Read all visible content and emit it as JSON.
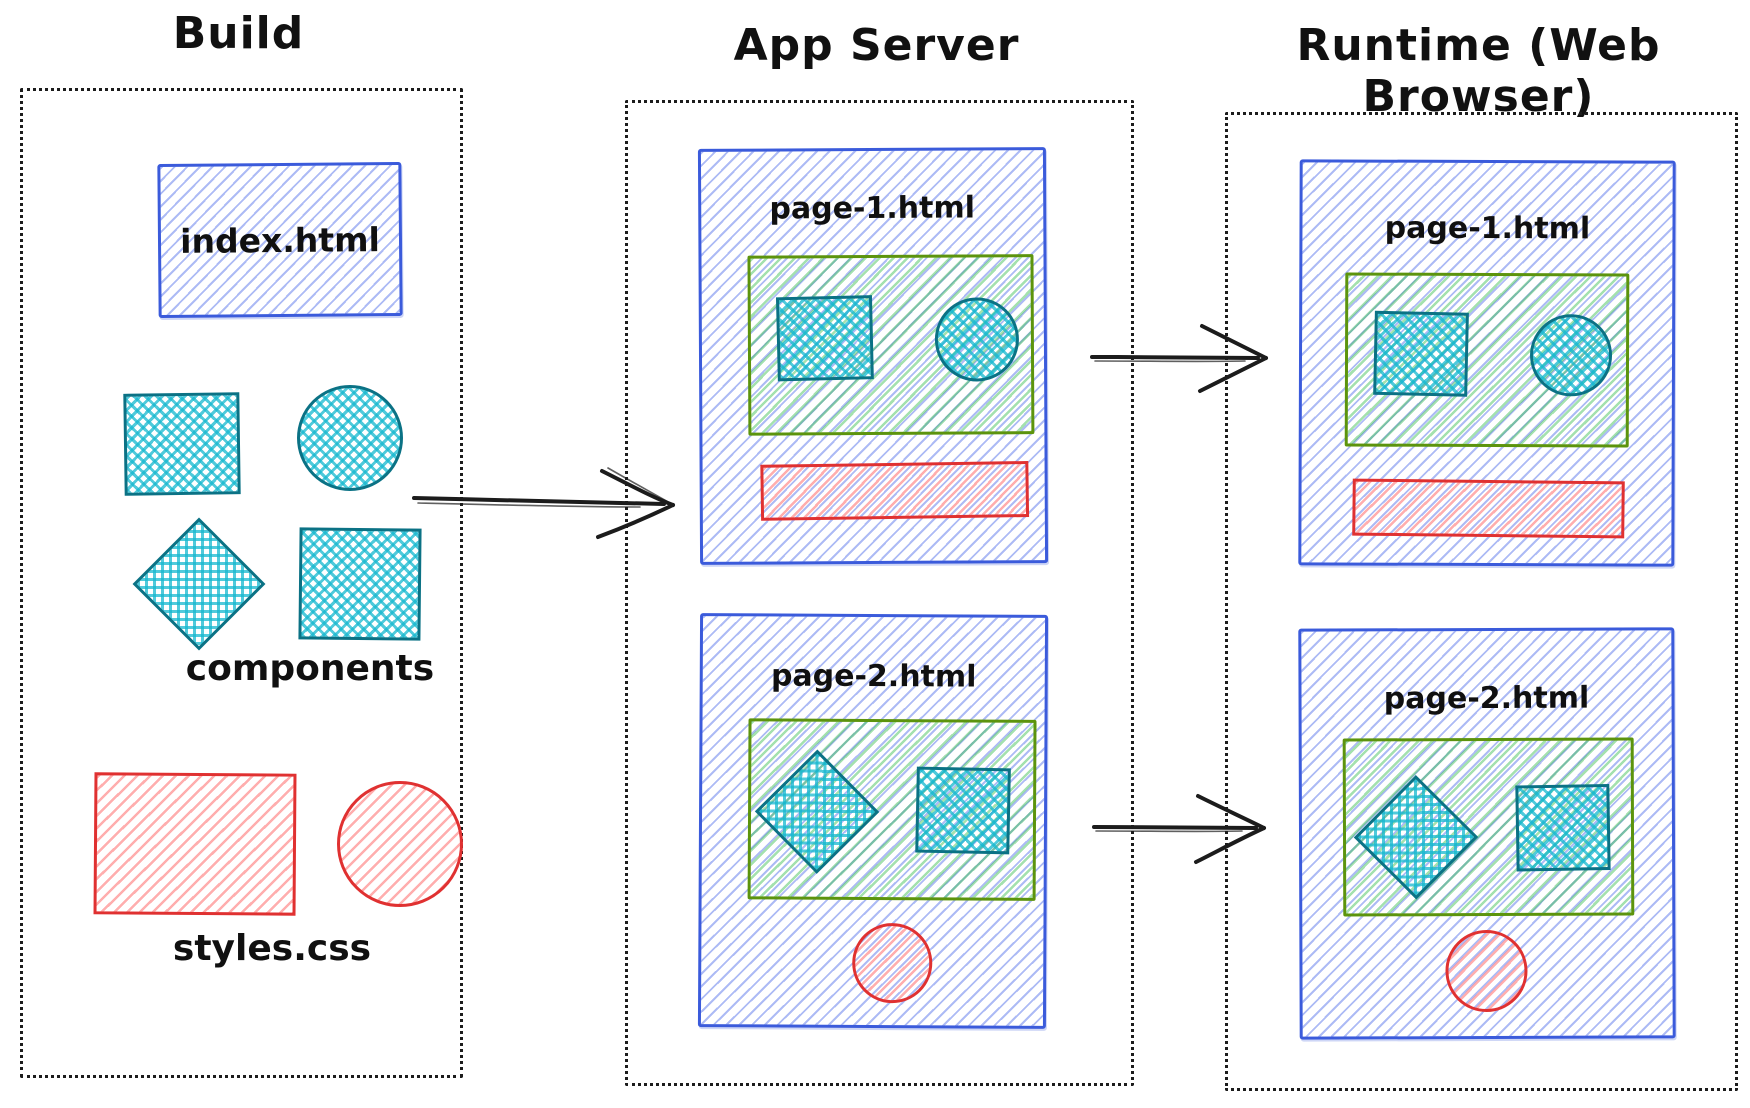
{
  "columns": {
    "build": {
      "title": "Build"
    },
    "app_server": {
      "title": "App Server"
    },
    "runtime": {
      "title": "Runtime (Web Browser)"
    }
  },
  "build": {
    "index_file": "index.html",
    "components_label": "components",
    "styles_label": "styles.css"
  },
  "app_server": {
    "page1": "page-1.html",
    "page2": "page-2.html"
  },
  "runtime": {
    "page1": "page-1.html",
    "page2": "page-2.html"
  },
  "colors": {
    "blue_stroke": "#3b5bdb",
    "blue_hatch": "#5c77eb",
    "green_stroke": "#5c940d",
    "green_hatch": "#40c057",
    "teal_stroke": "#0b7285",
    "teal_hatch": "#15b8cf",
    "red_stroke": "#e03131",
    "red_hatch": "#ff6b6b",
    "ink": "#1c1c1c"
  }
}
